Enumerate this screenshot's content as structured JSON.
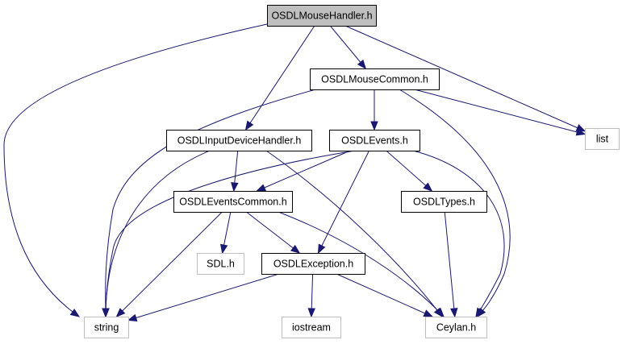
{
  "nodes": [
    {
      "id": "handler",
      "label": "OSDLMouseHandler.h",
      "kind": "main"
    },
    {
      "id": "mousecommon",
      "label": "OSDLMouseCommon.h",
      "kind": "local"
    },
    {
      "id": "inputdevice",
      "label": "OSDLInputDeviceHandler.h",
      "kind": "local"
    },
    {
      "id": "events",
      "label": "OSDLEvents.h",
      "kind": "local"
    },
    {
      "id": "list",
      "label": "list",
      "kind": "external"
    },
    {
      "id": "eventscommon",
      "label": "OSDLEventsCommon.h",
      "kind": "local"
    },
    {
      "id": "types",
      "label": "OSDLTypes.h",
      "kind": "local"
    },
    {
      "id": "sdl",
      "label": "SDL.h",
      "kind": "external"
    },
    {
      "id": "exception",
      "label": "OSDLException.h",
      "kind": "local"
    },
    {
      "id": "string",
      "label": "string",
      "kind": "external"
    },
    {
      "id": "iostream",
      "label": "iostream",
      "kind": "external"
    },
    {
      "id": "ceylan",
      "label": "Ceylan.h",
      "kind": "external"
    }
  ],
  "edges": [
    [
      "handler",
      "string"
    ],
    [
      "handler",
      "inputdevice"
    ],
    [
      "handler",
      "mousecommon"
    ],
    [
      "handler",
      "list"
    ],
    [
      "mousecommon",
      "string"
    ],
    [
      "mousecommon",
      "events"
    ],
    [
      "mousecommon",
      "list"
    ],
    [
      "mousecommon",
      "ceylan"
    ],
    [
      "inputdevice",
      "string"
    ],
    [
      "inputdevice",
      "eventscommon"
    ],
    [
      "inputdevice",
      "ceylan"
    ],
    [
      "events",
      "string"
    ],
    [
      "events",
      "eventscommon"
    ],
    [
      "events",
      "types"
    ],
    [
      "events",
      "exception"
    ],
    [
      "events",
      "ceylan"
    ],
    [
      "eventscommon",
      "sdl"
    ],
    [
      "eventscommon",
      "string"
    ],
    [
      "eventscommon",
      "exception"
    ],
    [
      "eventscommon",
      "ceylan"
    ],
    [
      "types",
      "ceylan"
    ],
    [
      "exception",
      "string"
    ],
    [
      "exception",
      "iostream"
    ],
    [
      "exception",
      "ceylan"
    ]
  ],
  "colors": {
    "edge": "#191970",
    "main_fill": "#bfbfbf",
    "local_border": "#000000",
    "external_border": "#bfbfbf"
  }
}
